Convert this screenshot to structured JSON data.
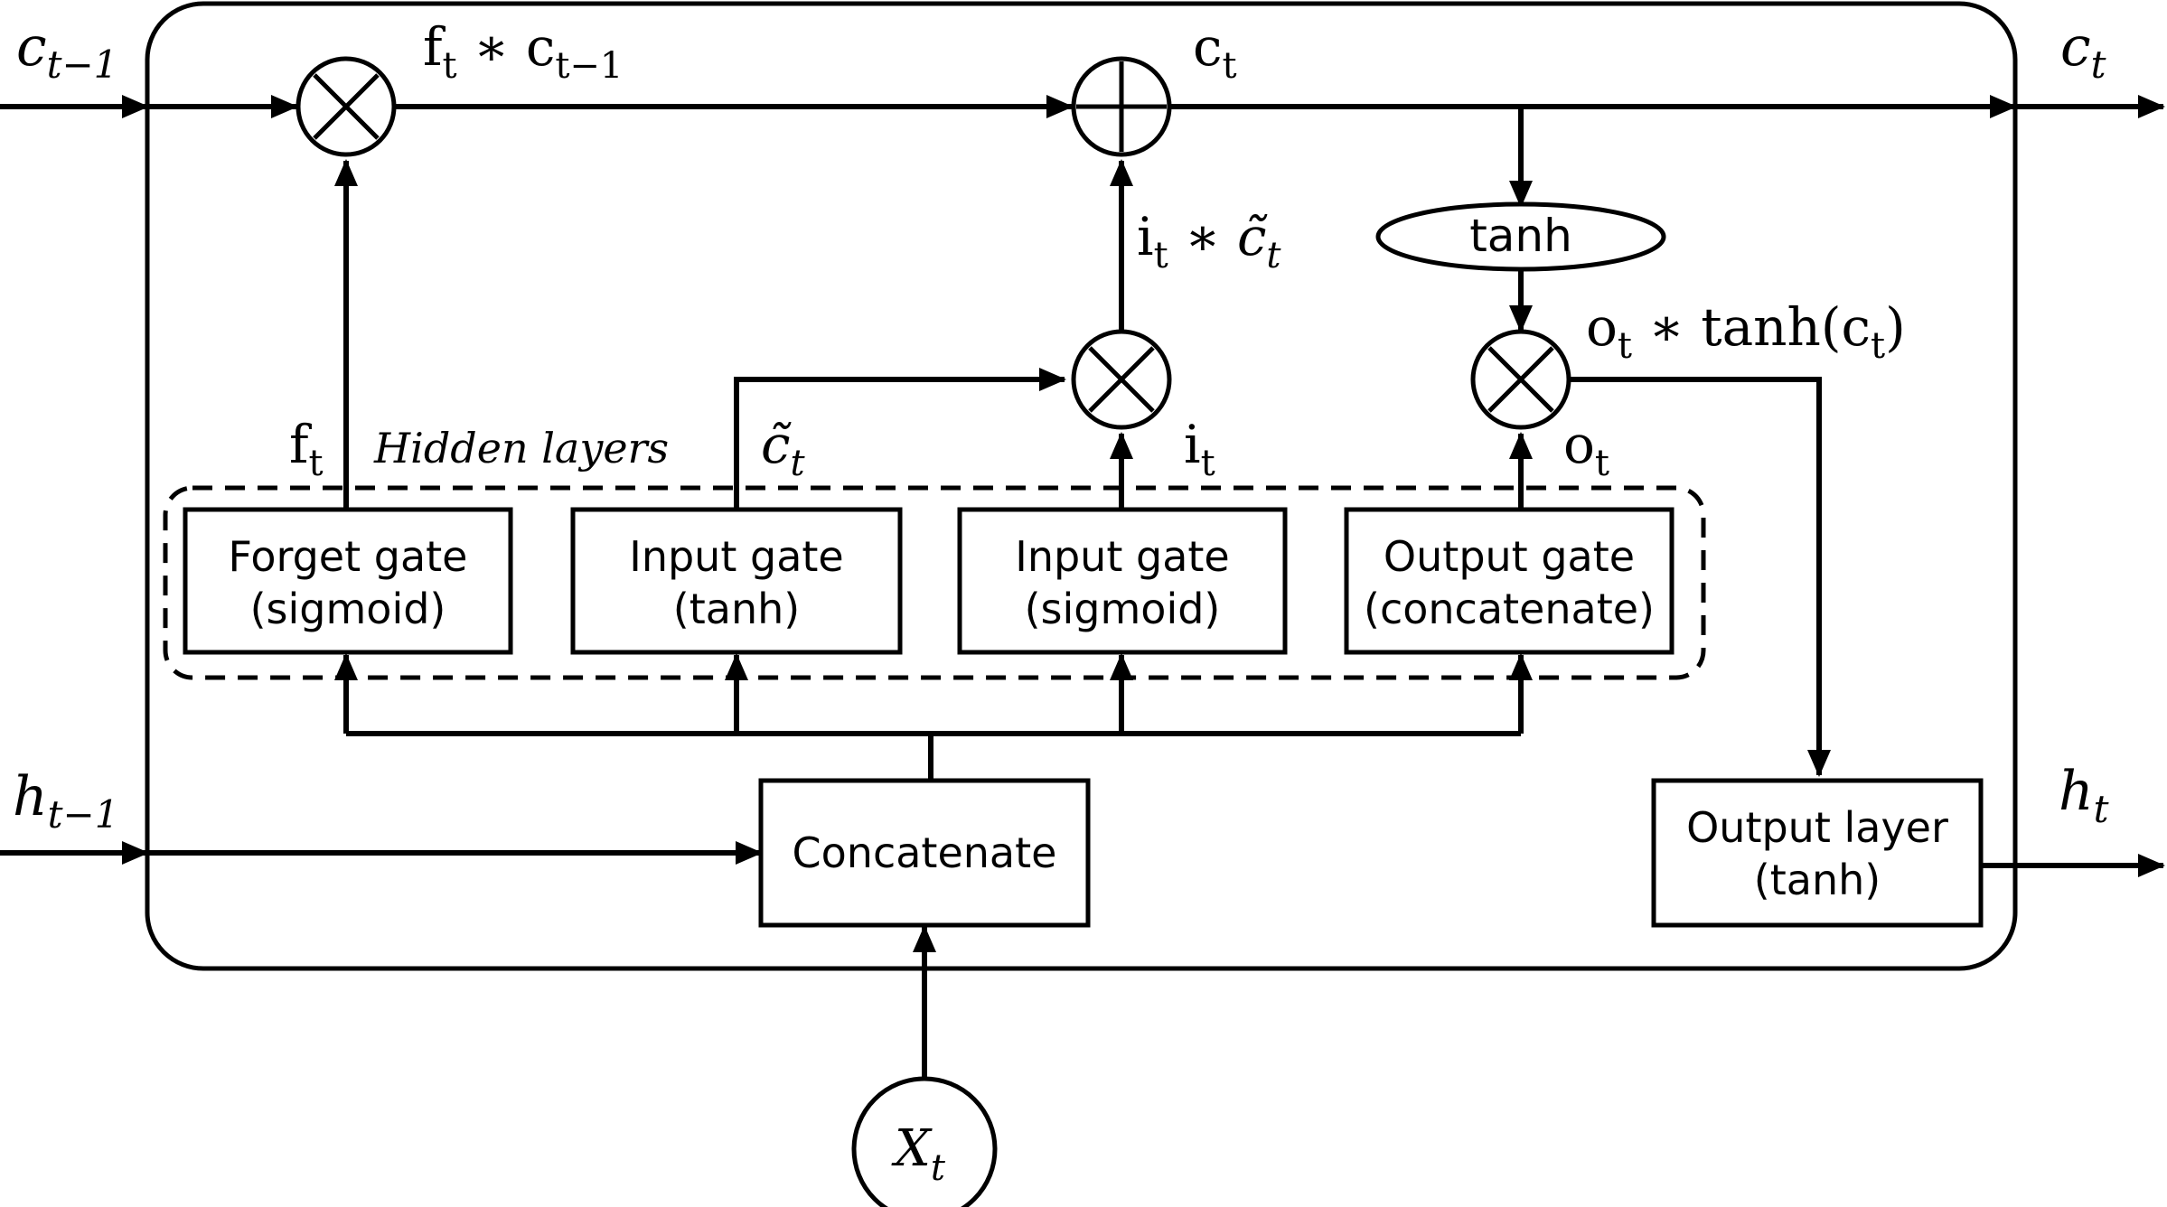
{
  "labels": {
    "c_prev": {
      "base": "c",
      "sub": "t−1"
    },
    "c_out": {
      "base": "c",
      "sub": "t"
    },
    "h_prev": {
      "base": "h",
      "sub": "t−1"
    },
    "h_out": {
      "base": "h",
      "sub": "t"
    },
    "forget_product": {
      "a": "f",
      "a_sub": "t",
      "op": " ∗ ",
      "b": "c",
      "b_sub": "t−1"
    },
    "cell_state": {
      "base": "c",
      "sub": "t"
    },
    "input_product": {
      "a": "i",
      "a_sub": "t",
      "op": " ∗ ",
      "b": "c̃",
      "b_sub": "t"
    },
    "output_product": {
      "a": "o",
      "a_sub": "t",
      "op": " ∗ tanh(c",
      "b_sub": "t",
      "tail": ")"
    },
    "f_t": {
      "base": "f",
      "sub": "t"
    },
    "c_tilde": {
      "base": "c̃",
      "sub": "t"
    },
    "i_t": {
      "base": "i",
      "sub": "t"
    },
    "o_t": {
      "base": "o",
      "sub": "t"
    },
    "hidden_layers": "Hidden layers",
    "x_input": {
      "base": "X",
      "sub": "t"
    },
    "tanh": "tanh"
  },
  "boxes": {
    "forget_gate": {
      "line1": "Forget gate",
      "line2": "(sigmoid)"
    },
    "input_gate_tanh": {
      "line1": "Input gate",
      "line2": "(tanh)"
    },
    "input_gate_sigmoid": {
      "line1": "Input gate",
      "line2": "(sigmoid)"
    },
    "output_gate": {
      "line1": "Output gate",
      "line2": "(concatenate)"
    },
    "concatenate": {
      "line1": "Concatenate"
    },
    "output_layer": {
      "line1": "Output layer",
      "line2": "(tanh)"
    }
  },
  "operators": {
    "multiply": "×",
    "add": "+"
  }
}
